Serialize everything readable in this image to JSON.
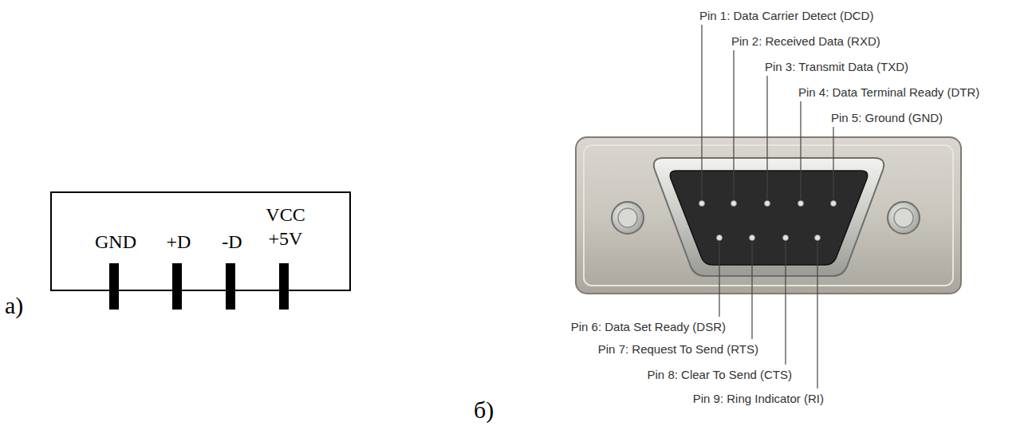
{
  "diagram": {
    "nodes": [
      {
        "text": [
          "GND",
          "+D",
          "-D",
          "VCC +5V"
        ]
      }
    ],
    "labels": [
      "а)",
      "Pin 1: Data Carrier Detect (DCD)",
      "Pin 2: Received Data (RXD)",
      "Pin 3: Transmit Data (TXD)",
      "Pin 4: Data Terminal Ready (DTR)",
      "Pin 5: Ground (GND)",
      "Pin 6: Data Set Ready (DSR)",
      "Pin 7: Request To Send (RTS)",
      "Pin 8: Clear To Send (CTS)",
      "Pin 9: Ring Indicator (RI)",
      "б)"
    ]
  }
}
